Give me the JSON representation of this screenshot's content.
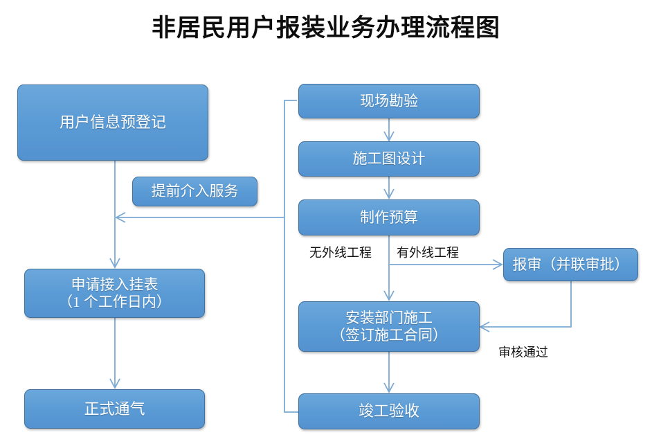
{
  "document": {
    "title": "非居民用户报装业务办理流程图"
  },
  "theme": {
    "node_fill": "#5B9BD5",
    "node_border": "#41719C",
    "node_text": "#FFFFFF",
    "connector": "#7BA9D4",
    "label_text": "#131313",
    "background": "#FFFFFF"
  },
  "nodes": [
    {
      "id": "pre-register",
      "label": "用户信息预登记"
    },
    {
      "id": "advance-service",
      "label": "提前介入服务"
    },
    {
      "id": "apply-meter",
      "label": "申请接入挂表\n（1 个工作日内）"
    },
    {
      "id": "formal-gas",
      "label": "正式通气"
    },
    {
      "id": "site-survey",
      "label": "现场勘验"
    },
    {
      "id": "drawing-design",
      "label": "施工图设计"
    },
    {
      "id": "make-budget",
      "label": "制作预算"
    },
    {
      "id": "submit-review",
      "label": "报审（并联审批）"
    },
    {
      "id": "install-construct",
      "label": "安装部门施工\n（签订施工合同）"
    },
    {
      "id": "completion-accept",
      "label": "竣工验收"
    }
  ],
  "edge_labels": [
    {
      "id": "no-external-line",
      "label": "无外线工程"
    },
    {
      "id": "has-external-line",
      "label": "有外线工程"
    },
    {
      "id": "review-passed",
      "label": "审核通过"
    }
  ],
  "connections": [
    {
      "from": "pre-register",
      "to": "apply-meter",
      "label": ""
    },
    {
      "from": "apply-meter",
      "to": "formal-gas",
      "label": ""
    },
    {
      "from": "site-survey",
      "to": "drawing-design",
      "label": ""
    },
    {
      "from": "drawing-design",
      "to": "make-budget",
      "label": ""
    },
    {
      "from": "make-budget",
      "to": "install-construct",
      "label": "无外线工程"
    },
    {
      "from": "make-budget",
      "to": "submit-review",
      "label": "有外线工程"
    },
    {
      "from": "submit-review",
      "to": "install-construct",
      "label": "审核通过"
    },
    {
      "from": "install-construct",
      "to": "completion-accept",
      "label": ""
    },
    {
      "from": "completion-accept",
      "to": "pre-register",
      "label": "提前介入服务"
    }
  ]
}
